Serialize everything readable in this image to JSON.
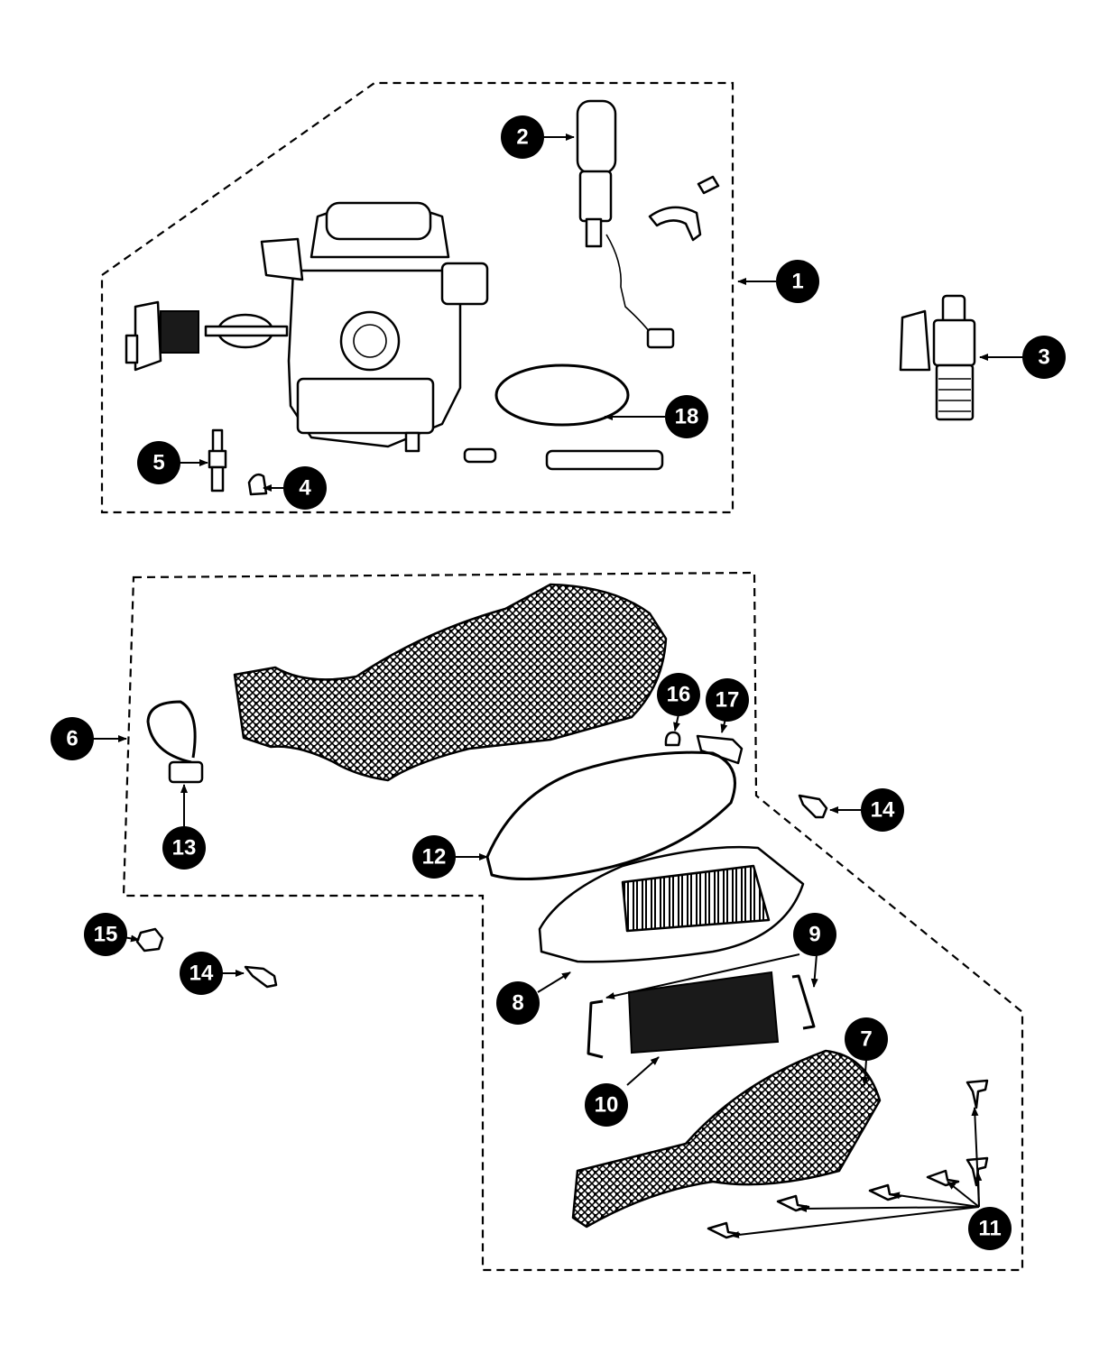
{
  "callouts": [
    {
      "id": "1",
      "label": "1"
    },
    {
      "id": "2",
      "label": "2"
    },
    {
      "id": "3",
      "label": "3"
    },
    {
      "id": "4",
      "label": "4"
    },
    {
      "id": "5",
      "label": "5"
    },
    {
      "id": "6",
      "label": "6"
    },
    {
      "id": "7",
      "label": "7"
    },
    {
      "id": "8",
      "label": "8"
    },
    {
      "id": "9",
      "label": "9"
    },
    {
      "id": "10",
      "label": "10"
    },
    {
      "id": "11",
      "label": "11"
    },
    {
      "id": "12",
      "label": "12"
    },
    {
      "id": "13",
      "label": "13"
    },
    {
      "id": "14a",
      "label": "14"
    },
    {
      "id": "14b",
      "label": "14"
    },
    {
      "id": "15",
      "label": "15"
    },
    {
      "id": "16",
      "label": "16"
    },
    {
      "id": "17",
      "label": "17"
    },
    {
      "id": "18",
      "label": "18"
    }
  ],
  "colors": {
    "ink": "#000000",
    "paper": "#ffffff"
  }
}
